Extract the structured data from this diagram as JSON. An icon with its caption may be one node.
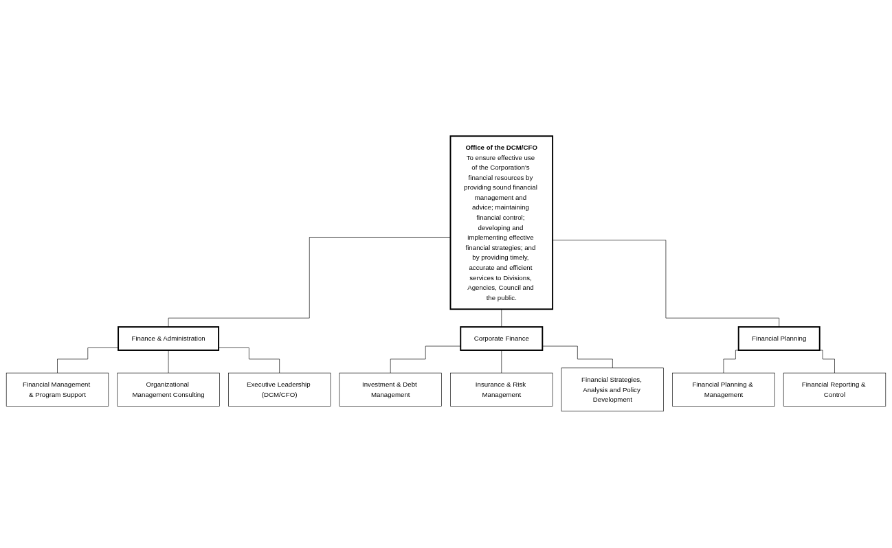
{
  "diagram": {
    "nodes": [
      {
        "text": [
          "Office of the DCM/CFO",
          "To ensure effective use of the Corporation's financial resources by providing sound financial management and advice; maintaining financial control; developing and implementing effective financial strategies; and by providing timely, accurate and efficient services to Divisions, Agencies, Council and the public."
        ]
      },
      {
        "text": [
          "Finance & Administration"
        ]
      },
      {
        "text": [
          "Corporate Finance"
        ]
      },
      {
        "text": [
          "Financial Planning"
        ]
      },
      {
        "text": [
          "Financial Management & Program Support"
        ]
      },
      {
        "text": [
          "Organizational Management Consulting"
        ]
      },
      {
        "text": [
          "Executive Leadership (DCM/CFO)"
        ]
      },
      {
        "text": [
          "Investment & Debt Management"
        ]
      },
      {
        "text": [
          "Insurance & Risk Management"
        ]
      },
      {
        "text": [
          "Financial Strategies, Analysis and Policy Development"
        ]
      },
      {
        "text": [
          "Financial Planning & Management"
        ]
      },
      {
        "text": [
          "Financial Reporting & Control"
        ]
      }
    ],
    "edges": [
      {
        "from": 0,
        "to": 1,
        "arrow": "none"
      },
      {
        "from": 0,
        "to": 2,
        "arrow": "none"
      },
      {
        "from": 0,
        "to": 3,
        "arrow": "none"
      },
      {
        "from": 1,
        "to": 4,
        "arrow": "none"
      },
      {
        "from": 1,
        "to": 5,
        "arrow": "none"
      },
      {
        "from": 1,
        "to": 6,
        "arrow": "none"
      },
      {
        "from": 2,
        "to": 7,
        "arrow": "none"
      },
      {
        "from": 2,
        "to": 8,
        "arrow": "none"
      },
      {
        "from": 2,
        "to": 9,
        "arrow": "none"
      },
      {
        "from": 3,
        "to": 10,
        "arrow": "none"
      },
      {
        "from": 3,
        "to": 11,
        "arrow": "none"
      }
    ]
  }
}
